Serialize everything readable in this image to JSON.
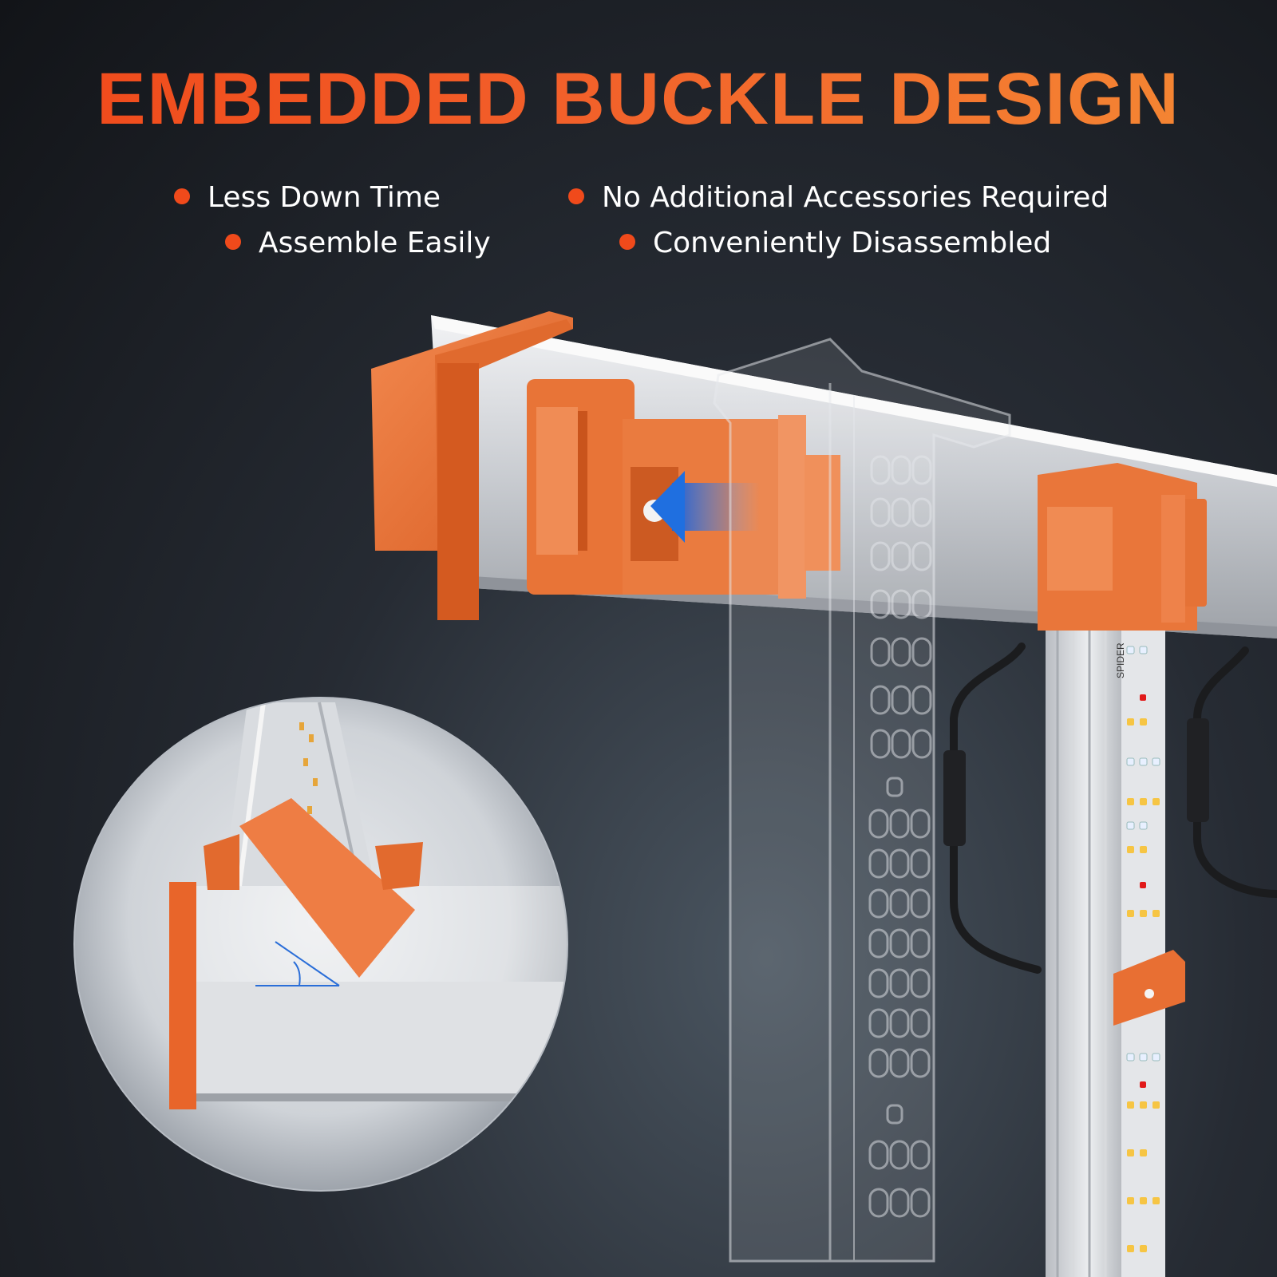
{
  "title": "EMBEDDED BUCKLE DESIGN",
  "features": [
    "Less Down Time",
    "Assemble Easily",
    "No Additional Accessories Required",
    "Conveniently Disassembled"
  ],
  "product_label": "SPIDER",
  "colors": {
    "accent": "#f04a1b",
    "buckle": "#e8733a",
    "arrow": "#1f6fe0",
    "background": "#1a1d22"
  }
}
